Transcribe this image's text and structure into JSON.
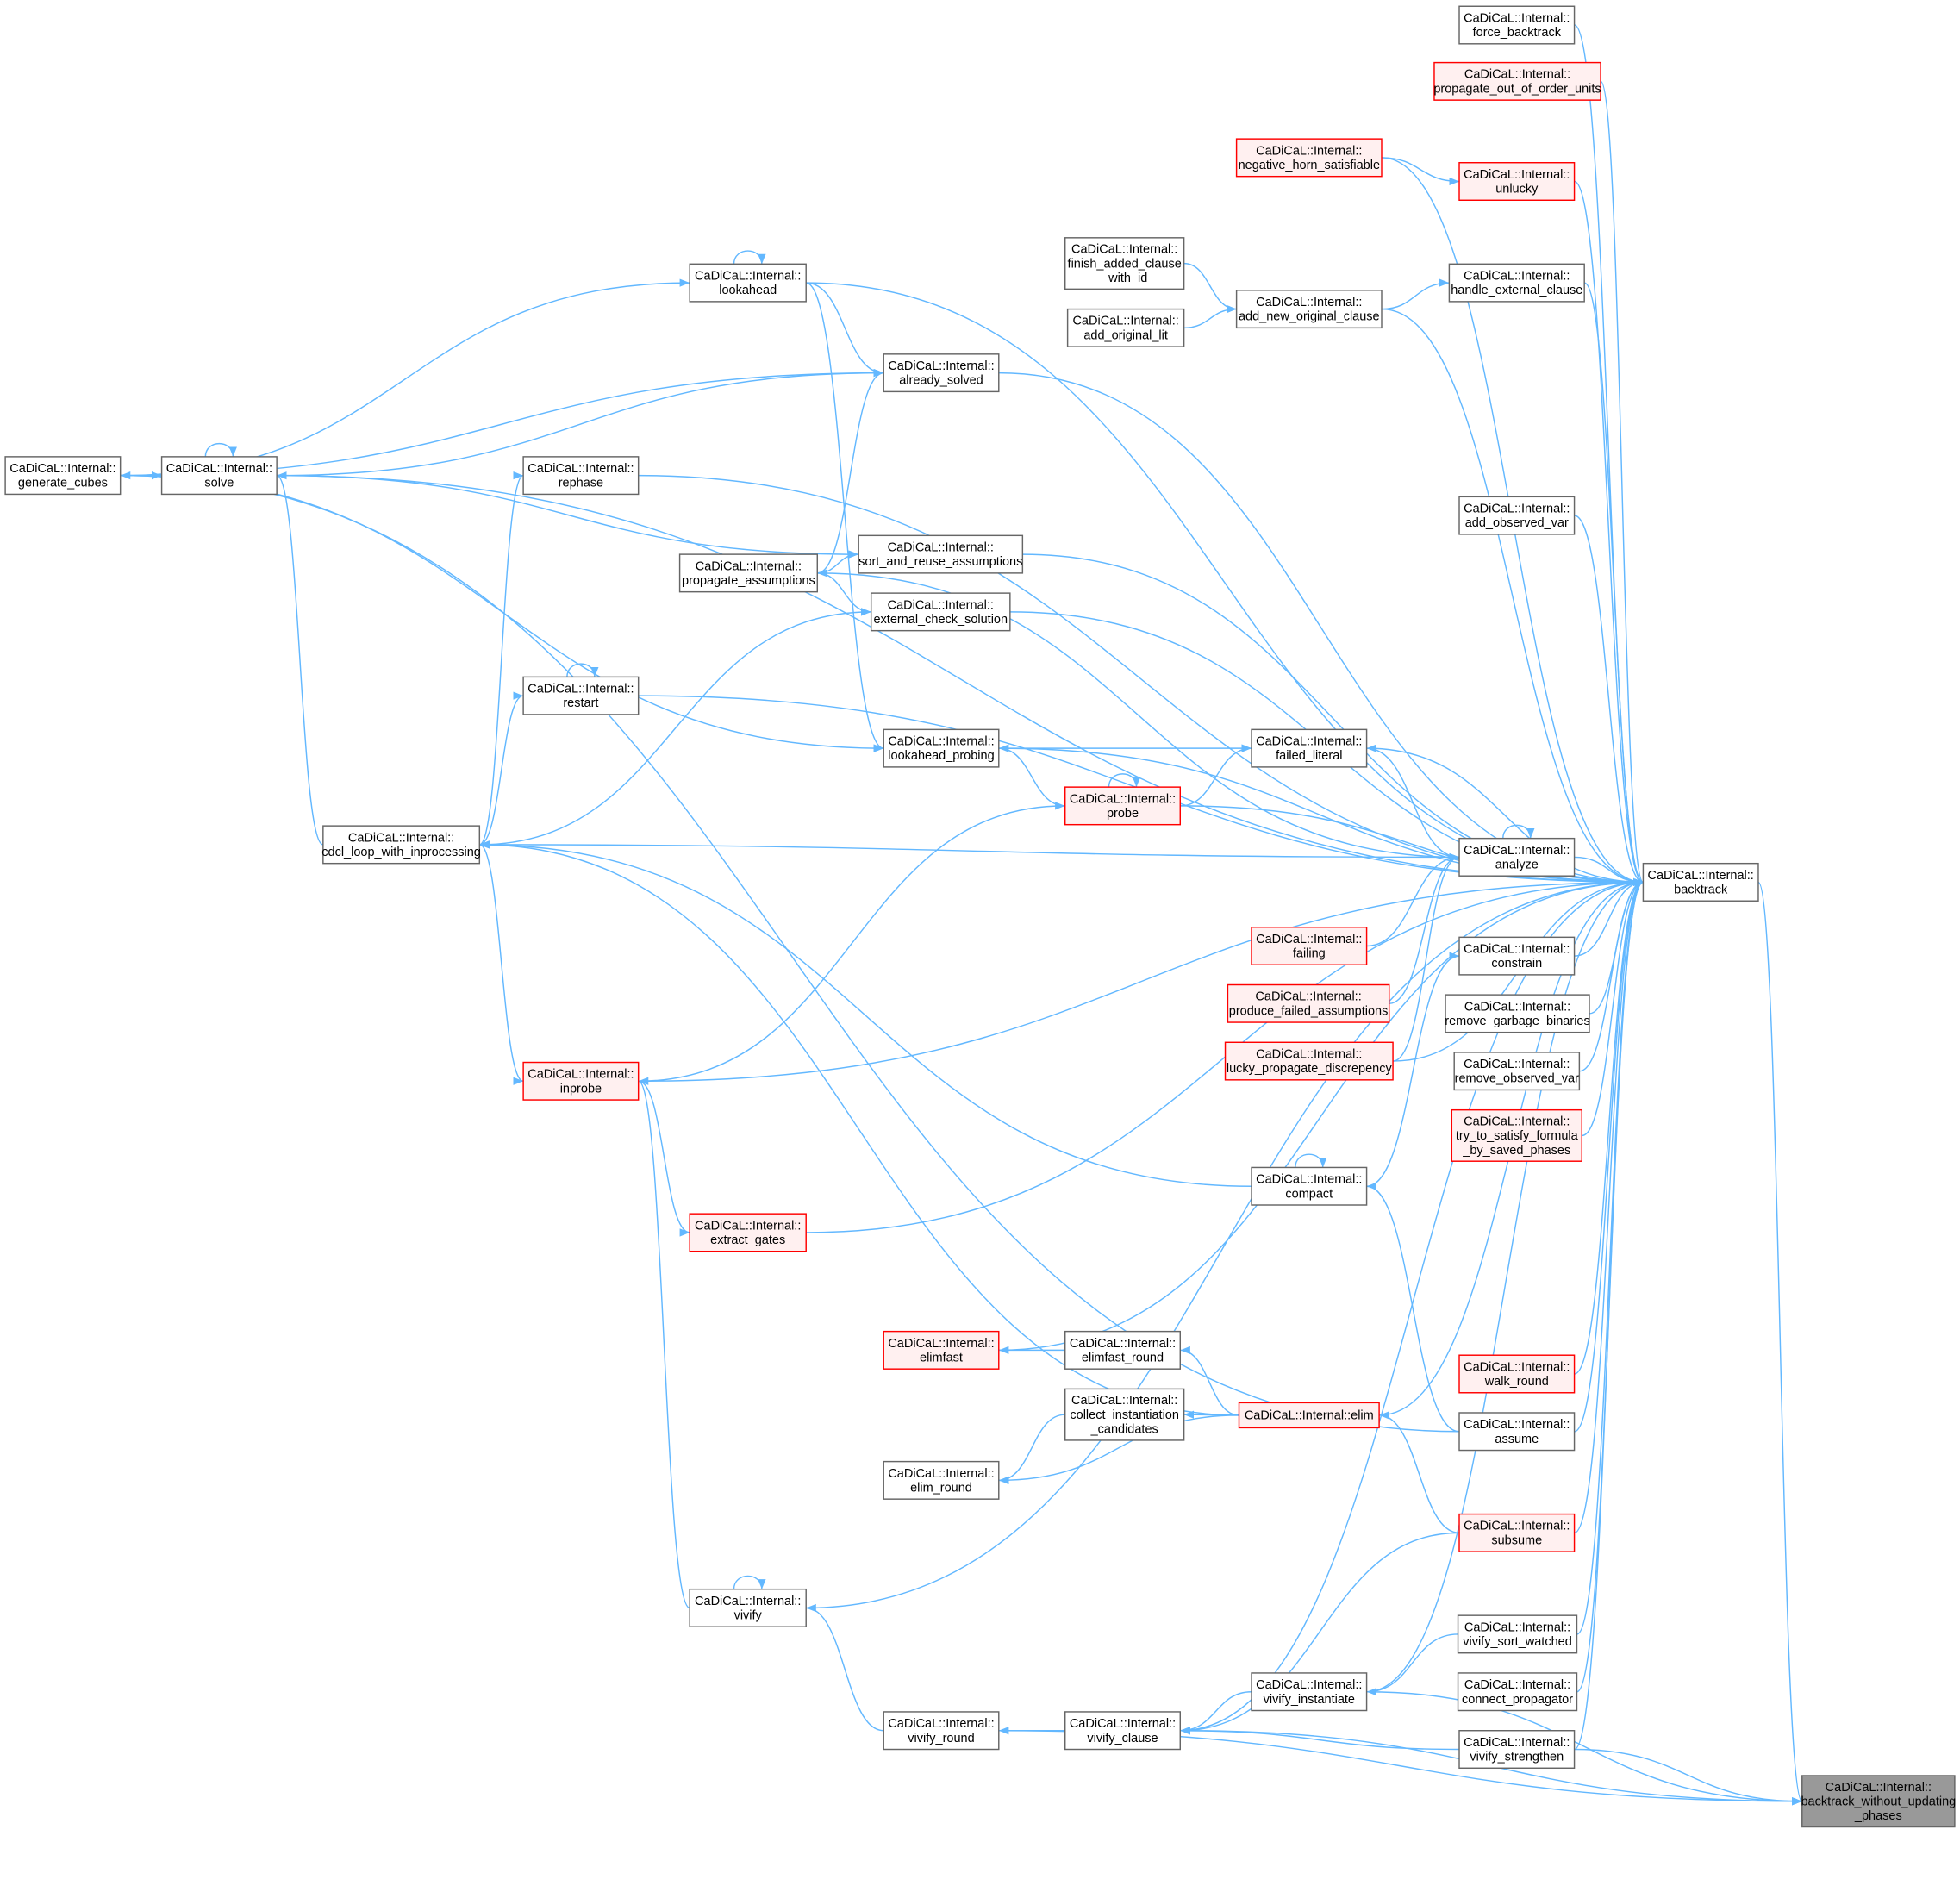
{
  "colors": {
    "edge": "#63B8FF",
    "red_border": "#FF0000",
    "red_fill": "#FFF0F0",
    "root_fill": "#999999",
    "normal_border": "#666666"
  },
  "nodes": [
    {
      "id": "force_backtrack",
      "lines": [
        "CaDiCaL::Internal::",
        "force_backtrack"
      ],
      "style": "normal"
    },
    {
      "id": "propagate_out_of_order_units",
      "lines": [
        "CaDiCaL::Internal::",
        "propagate_out_of_order_units"
      ],
      "style": "red"
    },
    {
      "id": "negative_horn_satisfiable",
      "lines": [
        "CaDiCaL::Internal::",
        "negative_horn_satisfiable"
      ],
      "style": "red"
    },
    {
      "id": "unlucky",
      "lines": [
        "CaDiCaL::Internal::",
        "unlucky"
      ],
      "style": "red"
    },
    {
      "id": "finish_added_clause_with_id",
      "lines": [
        "CaDiCaL::Internal::",
        "finish_added_clause",
        "_with_id"
      ],
      "style": "normal"
    },
    {
      "id": "handle_external_clause",
      "lines": [
        "CaDiCaL::Internal::",
        "handle_external_clause"
      ],
      "style": "normal"
    },
    {
      "id": "lookahead",
      "lines": [
        "CaDiCaL::Internal::",
        "lookahead"
      ],
      "style": "normal"
    },
    {
      "id": "add_new_original_clause",
      "lines": [
        "CaDiCaL::Internal::",
        "add_new_original_clause"
      ],
      "style": "normal"
    },
    {
      "id": "add_original_lit",
      "lines": [
        "CaDiCaL::Internal::",
        "add_original_lit"
      ],
      "style": "normal"
    },
    {
      "id": "already_solved",
      "lines": [
        "CaDiCaL::Internal::",
        "already_solved"
      ],
      "style": "normal"
    },
    {
      "id": "generate_cubes",
      "lines": [
        "CaDiCaL::Internal::",
        "generate_cubes"
      ],
      "style": "normal"
    },
    {
      "id": "solve",
      "lines": [
        "CaDiCaL::Internal::",
        "solve"
      ],
      "style": "normal"
    },
    {
      "id": "rephase",
      "lines": [
        "CaDiCaL::Internal::",
        "rephase"
      ],
      "style": "normal"
    },
    {
      "id": "add_observed_var",
      "lines": [
        "CaDiCaL::Internal::",
        "add_observed_var"
      ],
      "style": "normal"
    },
    {
      "id": "sort_and_reuse_assumptions",
      "lines": [
        "CaDiCaL::Internal::",
        "sort_and_reuse_assumptions"
      ],
      "style": "normal"
    },
    {
      "id": "propagate_assumptions",
      "lines": [
        "CaDiCaL::Internal::",
        "propagate_assumptions"
      ],
      "style": "normal"
    },
    {
      "id": "external_check_solution",
      "lines": [
        "CaDiCaL::Internal::",
        "external_check_solution"
      ],
      "style": "normal"
    },
    {
      "id": "restart",
      "lines": [
        "CaDiCaL::Internal::",
        "restart"
      ],
      "style": "normal"
    },
    {
      "id": "lookahead_probing",
      "lines": [
        "CaDiCaL::Internal::",
        "lookahead_probing"
      ],
      "style": "normal"
    },
    {
      "id": "failed_literal",
      "lines": [
        "CaDiCaL::Internal::",
        "failed_literal"
      ],
      "style": "normal"
    },
    {
      "id": "probe",
      "lines": [
        "CaDiCaL::Internal::",
        "probe"
      ],
      "style": "red"
    },
    {
      "id": "cdcl_loop_with_inprocessing",
      "lines": [
        "CaDiCaL::Internal::",
        "cdcl_loop_with_inprocessing"
      ],
      "style": "normal"
    },
    {
      "id": "analyze",
      "lines": [
        "CaDiCaL::Internal::",
        "analyze"
      ],
      "style": "normal"
    },
    {
      "id": "backtrack",
      "lines": [
        "CaDiCaL::Internal::",
        "backtrack"
      ],
      "style": "normal"
    },
    {
      "id": "failing",
      "lines": [
        "CaDiCaL::Internal::",
        "failing"
      ],
      "style": "red"
    },
    {
      "id": "constrain",
      "lines": [
        "CaDiCaL::Internal::",
        "constrain"
      ],
      "style": "normal"
    },
    {
      "id": "produce_failed_assumptions",
      "lines": [
        "CaDiCaL::Internal::",
        "produce_failed_assumptions"
      ],
      "style": "red"
    },
    {
      "id": "remove_garbage_binaries",
      "lines": [
        "CaDiCaL::Internal::",
        "remove_garbage_binaries"
      ],
      "style": "normal"
    },
    {
      "id": "lucky_propagate_discrepency",
      "lines": [
        "CaDiCaL::Internal::",
        "lucky_propagate_discrepency"
      ],
      "style": "red"
    },
    {
      "id": "remove_observed_var",
      "lines": [
        "CaDiCaL::Internal::",
        "remove_observed_var"
      ],
      "style": "normal"
    },
    {
      "id": "try_to_satisfy_formula_by_saved_phases",
      "lines": [
        "CaDiCaL::Internal::",
        "try_to_satisfy_formula",
        "_by_saved_phases"
      ],
      "style": "red"
    },
    {
      "id": "inprobe",
      "lines": [
        "CaDiCaL::Internal::",
        "inprobe"
      ],
      "style": "red"
    },
    {
      "id": "compact",
      "lines": [
        "CaDiCaL::Internal::",
        "compact"
      ],
      "style": "normal"
    },
    {
      "id": "extract_gates",
      "lines": [
        "CaDiCaL::Internal::",
        "extract_gates"
      ],
      "style": "red"
    },
    {
      "id": "elimfast",
      "lines": [
        "CaDiCaL::Internal::",
        "elimfast"
      ],
      "style": "red"
    },
    {
      "id": "elimfast_round",
      "lines": [
        "CaDiCaL::Internal::",
        "elimfast_round"
      ],
      "style": "normal"
    },
    {
      "id": "walk_round",
      "lines": [
        "CaDiCaL::Internal::",
        "walk_round"
      ],
      "style": "red"
    },
    {
      "id": "collect_instantiation_candidates",
      "lines": [
        "CaDiCaL::Internal::",
        "collect_instantiation",
        "_candidates"
      ],
      "style": "normal"
    },
    {
      "id": "elim",
      "lines": [
        "CaDiCaL::Internal::elim"
      ],
      "style": "red"
    },
    {
      "id": "assume",
      "lines": [
        "CaDiCaL::Internal::",
        "assume"
      ],
      "style": "normal"
    },
    {
      "id": "elim_round",
      "lines": [
        "CaDiCaL::Internal::",
        "elim_round"
      ],
      "style": "normal"
    },
    {
      "id": "subsume",
      "lines": [
        "CaDiCaL::Internal::",
        "subsume"
      ],
      "style": "red"
    },
    {
      "id": "vivify",
      "lines": [
        "CaDiCaL::Internal::",
        "vivify"
      ],
      "style": "normal"
    },
    {
      "id": "vivify_sort_watched",
      "lines": [
        "CaDiCaL::Internal::",
        "vivify_sort_watched"
      ],
      "style": "normal"
    },
    {
      "id": "vivify_instantiate",
      "lines": [
        "CaDiCaL::Internal::",
        "vivify_instantiate"
      ],
      "style": "normal"
    },
    {
      "id": "connect_propagator",
      "lines": [
        "CaDiCaL::Internal::",
        "connect_propagator"
      ],
      "style": "normal"
    },
    {
      "id": "vivify_round",
      "lines": [
        "CaDiCaL::Internal::",
        "vivify_round"
      ],
      "style": "normal"
    },
    {
      "id": "vivify_clause",
      "lines": [
        "CaDiCaL::Internal::",
        "vivify_clause"
      ],
      "style": "normal"
    },
    {
      "id": "vivify_strengthen",
      "lines": [
        "CaDiCaL::Internal::",
        "vivify_strengthen"
      ],
      "style": "normal"
    },
    {
      "id": "backtrack_without_updating_phases",
      "lines": [
        "CaDiCaL::Internal::",
        "backtrack_without_updating",
        "_phases"
      ],
      "style": "root"
    }
  ],
  "edges": [
    [
      "backtrack",
      "backtrack_without_updating_phases"
    ],
    [
      "vivify_strengthen",
      "backtrack_without_updating_phases"
    ],
    [
      "vivify_instantiate",
      "backtrack_without_updating_phases"
    ],
    [
      "vivify_clause",
      "backtrack_without_updating_phases"
    ],
    [
      "vivify_round",
      "backtrack_without_updating_phases"
    ],
    [
      "force_backtrack",
      "backtrack"
    ],
    [
      "propagate_out_of_order_units",
      "backtrack"
    ],
    [
      "negative_horn_satisfiable",
      "backtrack"
    ],
    [
      "unlucky",
      "backtrack"
    ],
    [
      "lookahead",
      "backtrack"
    ],
    [
      "add_new_original_clause",
      "backtrack"
    ],
    [
      "handle_external_clause",
      "backtrack"
    ],
    [
      "already_solved",
      "backtrack"
    ],
    [
      "solve",
      "backtrack"
    ],
    [
      "rephase",
      "backtrack"
    ],
    [
      "add_observed_var",
      "backtrack"
    ],
    [
      "sort_and_reuse_assumptions",
      "backtrack"
    ],
    [
      "external_check_solution",
      "backtrack"
    ],
    [
      "restart",
      "backtrack"
    ],
    [
      "lookahead_probing",
      "backtrack"
    ],
    [
      "failed_literal",
      "backtrack"
    ],
    [
      "probe",
      "backtrack"
    ],
    [
      "analyze",
      "backtrack"
    ],
    [
      "constrain",
      "backtrack"
    ],
    [
      "remove_garbage_binaries",
      "backtrack"
    ],
    [
      "lucky_propagate_discrepency",
      "backtrack"
    ],
    [
      "remove_observed_var",
      "backtrack"
    ],
    [
      "try_to_satisfy_formula_by_saved_phases",
      "backtrack"
    ],
    [
      "inprobe",
      "backtrack"
    ],
    [
      "extract_gates",
      "backtrack"
    ],
    [
      "elimfast",
      "backtrack"
    ],
    [
      "walk_round",
      "backtrack"
    ],
    [
      "elim",
      "backtrack"
    ],
    [
      "assume",
      "backtrack"
    ],
    [
      "subsume",
      "backtrack"
    ],
    [
      "vivify",
      "backtrack"
    ],
    [
      "vivify_sort_watched",
      "backtrack"
    ],
    [
      "vivify_instantiate",
      "backtrack"
    ],
    [
      "connect_propagator",
      "backtrack"
    ],
    [
      "vivify_strengthen",
      "backtrack"
    ],
    [
      "vivify_clause",
      "backtrack"
    ],
    [
      "negative_horn_satisfiable",
      "unlucky"
    ],
    [
      "finish_added_clause_with_id",
      "add_new_original_clause"
    ],
    [
      "add_original_lit",
      "add_new_original_clause"
    ],
    [
      "add_new_original_clause",
      "handle_external_clause"
    ],
    [
      "lookahead",
      "lookahead"
    ],
    [
      "generate_cubes",
      "lookahead"
    ],
    [
      "lookahead",
      "already_solved"
    ],
    [
      "generate_cubes",
      "already_solved"
    ],
    [
      "solve",
      "already_solved"
    ],
    [
      "propagate_assumptions",
      "already_solved"
    ],
    [
      "propagate_assumptions",
      "sort_and_reuse_assumptions"
    ],
    [
      "solve",
      "sort_and_reuse_assumptions"
    ],
    [
      "propagate_assumptions",
      "external_check_solution"
    ],
    [
      "cdcl_loop_with_inprocessing",
      "external_check_solution"
    ],
    [
      "generate_cubes",
      "solve"
    ],
    [
      "solve",
      "solve"
    ],
    [
      "cdcl_loop_with_inprocessing",
      "solve"
    ],
    [
      "cdcl_loop_with_inprocessing",
      "rephase"
    ],
    [
      "cdcl_loop_with_inprocessing",
      "restart"
    ],
    [
      "restart",
      "restart"
    ],
    [
      "generate_cubes",
      "lookahead_probing"
    ],
    [
      "lookahead",
      "lookahead_probing"
    ],
    [
      "lookahead_probing",
      "failed_literal"
    ],
    [
      "probe",
      "failed_literal"
    ],
    [
      "probe",
      "lookahead_probing"
    ],
    [
      "probe",
      "probe"
    ],
    [
      "inprobe",
      "probe"
    ],
    [
      "analyze",
      "failed_literal"
    ],
    [
      "analyze",
      "propagate_assumptions"
    ],
    [
      "analyze",
      "cdcl_loop_with_inprocessing"
    ],
    [
      "analyze",
      "analyze"
    ],
    [
      "failing",
      "analyze"
    ],
    [
      "produce_failed_assumptions",
      "analyze"
    ],
    [
      "lucky_propagate_discrepency",
      "analyze"
    ],
    [
      "compact",
      "constrain"
    ],
    [
      "cdcl_loop_with_inprocessing",
      "inprobe"
    ],
    [
      "inprobe",
      "extract_gates"
    ],
    [
      "vivify",
      "inprobe"
    ],
    [
      "compact",
      "cdcl_loop_with_inprocessing"
    ],
    [
      "compact",
      "compact"
    ],
    [
      "assume",
      "compact"
    ],
    [
      "elim",
      "cdcl_loop_with_inprocessing"
    ],
    [
      "elimfast_round",
      "elimfast"
    ],
    [
      "elim",
      "elimfast_round"
    ],
    [
      "elim",
      "collect_instantiation_candidates"
    ],
    [
      "collect_instantiation_candidates",
      "elim_round"
    ],
    [
      "elim",
      "elim_round"
    ],
    [
      "subsume",
      "elim"
    ],
    [
      "assume",
      "generate_cubes"
    ],
    [
      "vivify",
      "vivify"
    ],
    [
      "vivify_round",
      "vivify"
    ],
    [
      "vivify_clause",
      "vivify_round"
    ],
    [
      "subsume",
      "vivify_clause"
    ],
    [
      "vivify_instantiate",
      "vivify_clause"
    ],
    [
      "vivify_sort_watched",
      "vivify_instantiate"
    ],
    [
      "vivify_strengthen",
      "vivify_clause"
    ]
  ]
}
